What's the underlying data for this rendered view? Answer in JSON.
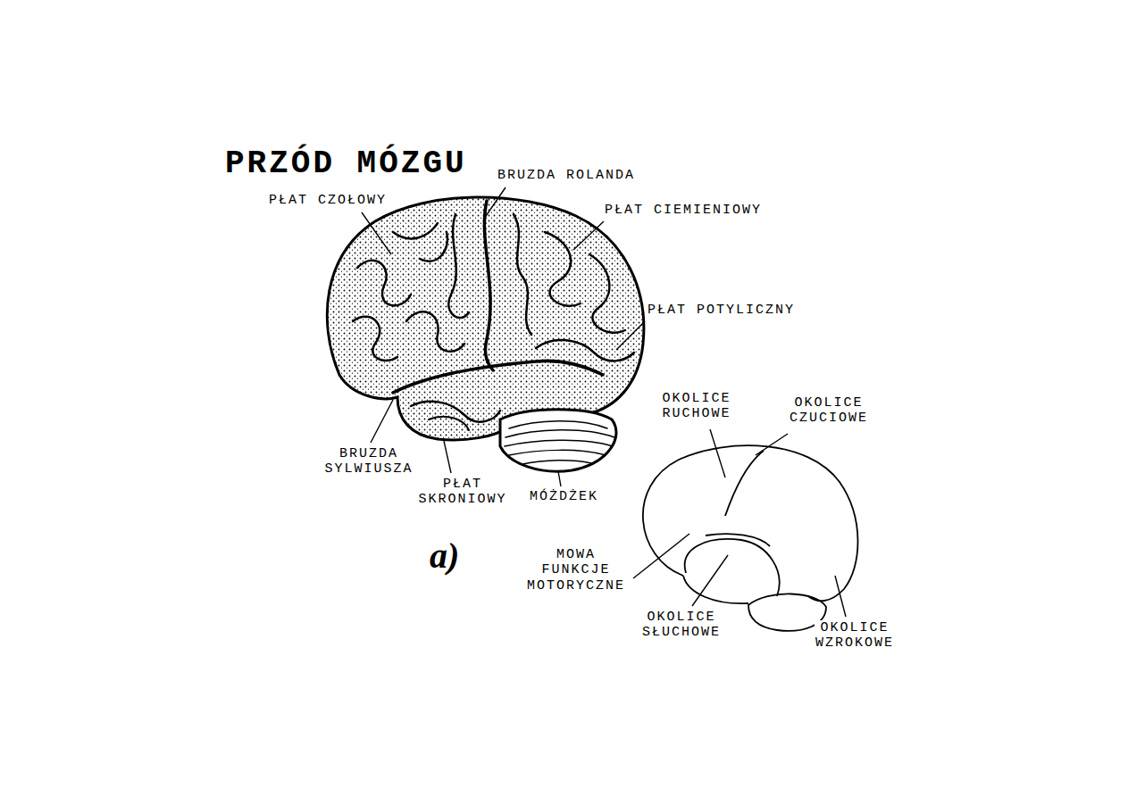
{
  "diagram": {
    "title": "PRZÓD MÓZGU",
    "labels": [
      "PŁAT CZOŁOWY",
      "BRUZDA ROLANDA",
      "PŁAT CIEMIENIOWY",
      "PŁAT POTYLICZNY",
      "BRUZDA SYLWIUSZA",
      "PŁAT SKRONIOWY",
      "MÓŻDŻEK",
      "a)",
      "OKOLICE RUCHOWE",
      "OKOLICE CZUCIOWE",
      "MOWA FUNKCJE MOTORYCZNE",
      "OKOLICE SŁUCHOWE",
      "OKOLICE WZROKOWE"
    ]
  }
}
